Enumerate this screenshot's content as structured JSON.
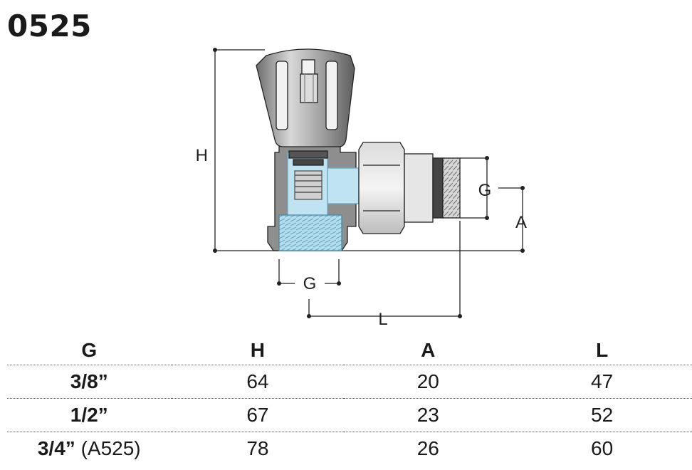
{
  "code": "0525",
  "dimension_labels": {
    "h": "H",
    "g_side": "G",
    "a": "A",
    "g_bottom": "G",
    "l": "L"
  },
  "table": {
    "headers": [
      "G",
      "H",
      "A",
      "L"
    ],
    "rows": [
      {
        "g": "3/8”",
        "g_suffix": "",
        "h": "64",
        "a": "20",
        "l": "47"
      },
      {
        "g": "1/2”",
        "g_suffix": "",
        "h": "67",
        "a": "23",
        "l": "52"
      },
      {
        "g": "3/4”",
        "g_suffix": "(A525)",
        "h": "78",
        "a": "26",
        "l": "60"
      }
    ]
  },
  "colors": {
    "body_gray": "#8e8e8e",
    "dark_gray": "#555555",
    "light_gray": "#c9c9c9",
    "water_blue": "#bfe3f0",
    "thread_blue": "#a9d6e8",
    "line": "#222222"
  }
}
